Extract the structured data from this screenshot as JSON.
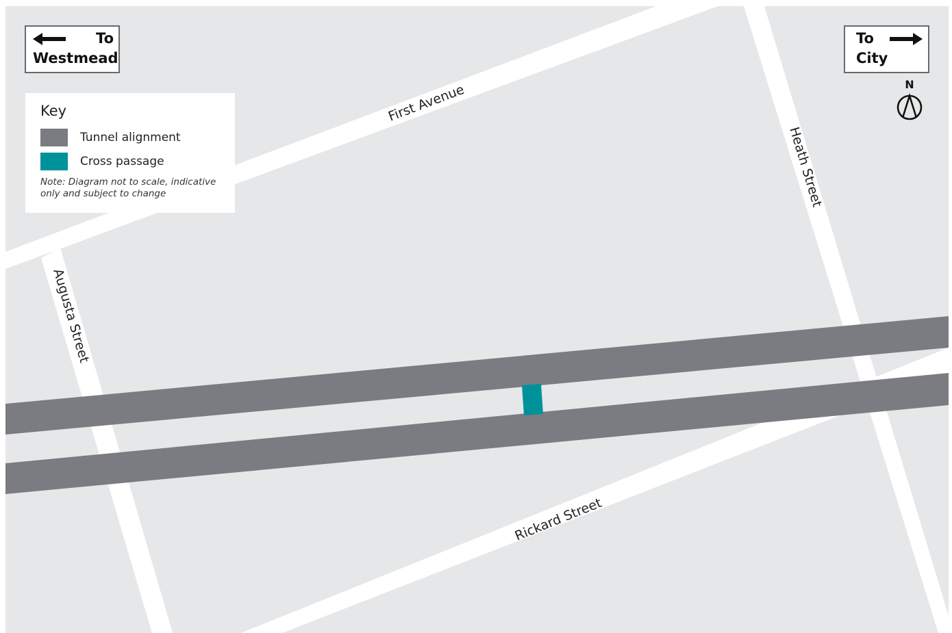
{
  "map": {
    "colors": {
      "background": "#ffffff",
      "block": "#e6e7e8",
      "road": "#ffffff",
      "tunnel": "#7a7c81",
      "cross_passage": "#00929a",
      "text": "#222222"
    },
    "streets": {
      "first_avenue": "First Avenue",
      "heath_street": "Heath Street",
      "augusta_street": "Augusta Street",
      "rickard_street": "Rickard Street"
    },
    "directions": {
      "west": {
        "line1": "To",
        "line2": "Westmead",
        "arrow": "left-arrow-icon"
      },
      "east": {
        "line1": "To",
        "line2": "City",
        "arrow": "right-arrow-icon"
      }
    },
    "key": {
      "title": "Key",
      "items": [
        {
          "label": "Tunnel alignment",
          "color": "#7a7c81"
        },
        {
          "label": "Cross passage",
          "color": "#00929a"
        }
      ],
      "note": "Note: Diagram not to scale, indicative only and subject to change"
    },
    "north_arrow": {
      "label": "N",
      "icon": "north-arrow-icon"
    }
  }
}
